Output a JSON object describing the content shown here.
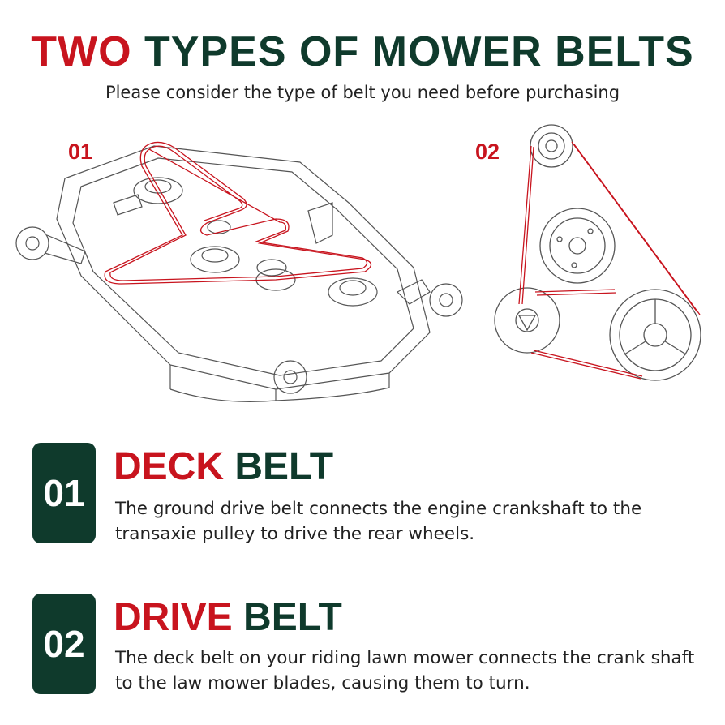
{
  "header": {
    "title_red": "TWO",
    "title_green": " TYPES OF MOWER BELTS",
    "subtitle": "Please consider the type of belt you need before purchasing"
  },
  "diagrams": {
    "label_1": "01",
    "label_2": "02"
  },
  "sections": [
    {
      "badge": "01",
      "title_red": "DECK",
      "title_green": " BELT",
      "description": "The ground drive belt connects the engine crankshaft to the transaxie pulley to drive the rear wheels."
    },
    {
      "badge": "02",
      "title_red": "DRIVE",
      "title_green": " BELT",
      "description": "The deck belt on your riding lawn mower connects the crank shaft to the law mower blades, causing them to turn."
    }
  ],
  "colors": {
    "accent_red": "#c8141e",
    "brand_green": "#0f3a2c"
  }
}
